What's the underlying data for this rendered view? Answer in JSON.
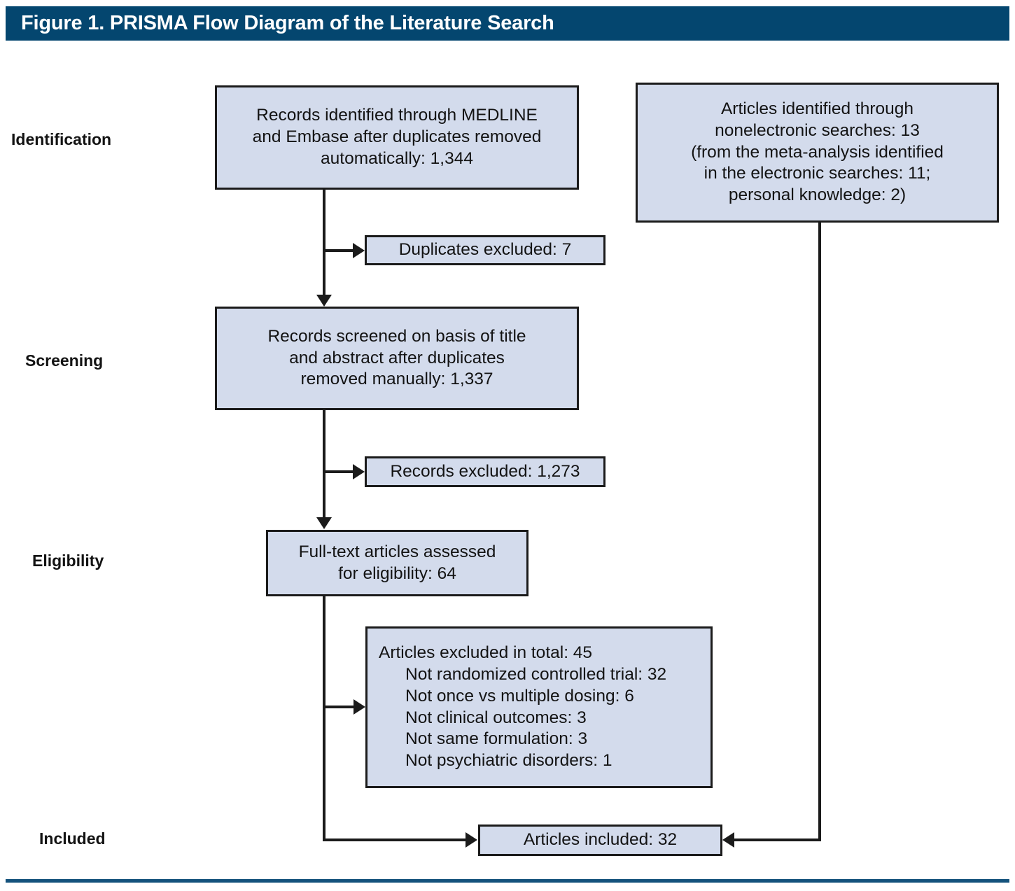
{
  "figure": {
    "title": "Figure 1. PRISMA Flow Diagram of the Literature Search",
    "header_color": "#04466f",
    "box_fill": "#d3dbec",
    "box_border": "#1b1b1b",
    "rule_color": "#14527c"
  },
  "stages": [
    {
      "label": "Identification"
    },
    {
      "label": "Screening"
    },
    {
      "label": "Eligibility"
    },
    {
      "label": "Included"
    }
  ],
  "boxes": {
    "electronic_records": {
      "line1": "Records identified through MEDLINE",
      "line2": "and Embase after duplicates removed",
      "line3": "automatically: 1,344"
    },
    "nonelectronic_articles": {
      "line1": "Articles identified through",
      "line2": "nonelectronic searches: 13",
      "line3": "(from the meta-analysis identified",
      "line4": "in the electronic searches: 11;",
      "line5": "personal knowledge: 2)"
    },
    "duplicates_excluded": {
      "text": "Duplicates excluded: 7"
    },
    "records_screened": {
      "line1": "Records screened on basis of title",
      "line2": "and abstract after duplicates",
      "line3": "removed manually: 1,337"
    },
    "records_excluded": {
      "text": "Records excluded: 1,273"
    },
    "fulltext_assessed": {
      "line1": "Full-text articles assessed",
      "line2": "for eligibility: 64"
    },
    "articles_excluded": {
      "heading": "Articles excluded in total: 45",
      "reasons": [
        "Not randomized controlled trial: 32",
        "Not once vs multiple dosing: 6",
        "Not clinical outcomes: 3",
        "Not same formulation: 3",
        "Not psychiatric disorders: 1"
      ]
    },
    "articles_included": {
      "text": "Articles included: 32"
    }
  },
  "chart_data": {
    "type": "diagram",
    "title": "Figure 1. PRISMA Flow Diagram of the Literature Search",
    "nodes": [
      {
        "id": "electronic_records",
        "stage": "Identification",
        "label": "Records identified through MEDLINE and Embase after duplicates removed automatically",
        "value": 1344
      },
      {
        "id": "nonelectronic_articles",
        "stage": "Identification",
        "label": "Articles identified through nonelectronic searches",
        "value": 13,
        "breakdown": [
          {
            "label": "from the meta-analysis identified in the electronic searches",
            "value": 11
          },
          {
            "label": "personal knowledge",
            "value": 2
          }
        ]
      },
      {
        "id": "duplicates_excluded",
        "stage": "Identification",
        "label": "Duplicates excluded",
        "value": 7
      },
      {
        "id": "records_screened",
        "stage": "Screening",
        "label": "Records screened on basis of title and abstract after duplicates removed manually",
        "value": 1337
      },
      {
        "id": "records_excluded",
        "stage": "Screening",
        "label": "Records excluded",
        "value": 1273
      },
      {
        "id": "fulltext_assessed",
        "stage": "Eligibility",
        "label": "Full-text articles assessed for eligibility",
        "value": 64
      },
      {
        "id": "articles_excluded",
        "stage": "Eligibility",
        "label": "Articles excluded in total",
        "value": 45,
        "breakdown": [
          {
            "label": "Not randomized controlled trial",
            "value": 32
          },
          {
            "label": "Not once vs multiple dosing",
            "value": 6
          },
          {
            "label": "Not clinical outcomes",
            "value": 3
          },
          {
            "label": "Not same formulation",
            "value": 3
          },
          {
            "label": "Not psychiatric disorders",
            "value": 1
          }
        ]
      },
      {
        "id": "articles_included",
        "stage": "Included",
        "label": "Articles included",
        "value": 32
      }
    ],
    "edges": [
      {
        "from": "electronic_records",
        "to": "duplicates_excluded"
      },
      {
        "from": "electronic_records",
        "to": "records_screened"
      },
      {
        "from": "records_screened",
        "to": "records_excluded"
      },
      {
        "from": "records_screened",
        "to": "fulltext_assessed"
      },
      {
        "from": "fulltext_assessed",
        "to": "articles_excluded"
      },
      {
        "from": "fulltext_assessed",
        "to": "articles_included"
      },
      {
        "from": "nonelectronic_articles",
        "to": "articles_included"
      }
    ]
  }
}
